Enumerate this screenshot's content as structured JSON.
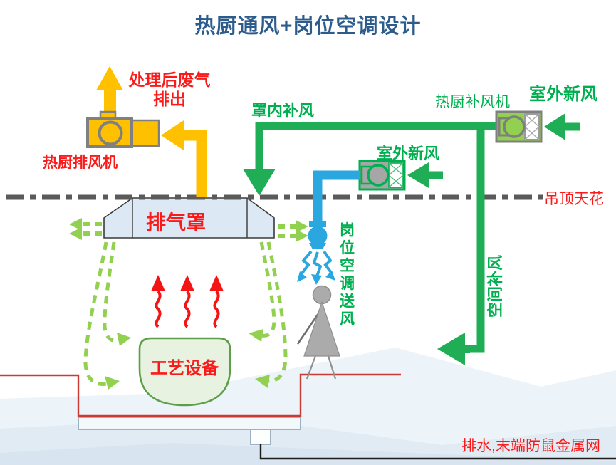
{
  "title": "热厨通风+岗位空调设计",
  "colors": {
    "title_blue": "#2D5C8C",
    "label_red": "#FB1A1A",
    "duct_yellow": "#FFC000",
    "label_green": "#00B050",
    "pipe_green": "#1FAD55",
    "airflow_light_green": "#92D050",
    "ac_blue": "#2BA7E0",
    "ceiling_gray": "#5A5A5A",
    "pit_red": "#CC3B33"
  },
  "labels": {
    "exhaust_out_line1": "处理后废气",
    "exhaust_out_line2": "排出",
    "exhaust_fan": "热厨排风机",
    "hood_supply": "罩内补风",
    "supply_fan": "热厨补风机",
    "outdoor_air_top": "室外新风",
    "outdoor_air_mid": "室外新风",
    "ceiling": "吊顶天花",
    "hood": "排气罩",
    "station_ac": "岗位空调送风",
    "space_supply": "空间补风",
    "equipment": "工艺设备",
    "drain_note": "排水,末端防鼠金属网"
  }
}
